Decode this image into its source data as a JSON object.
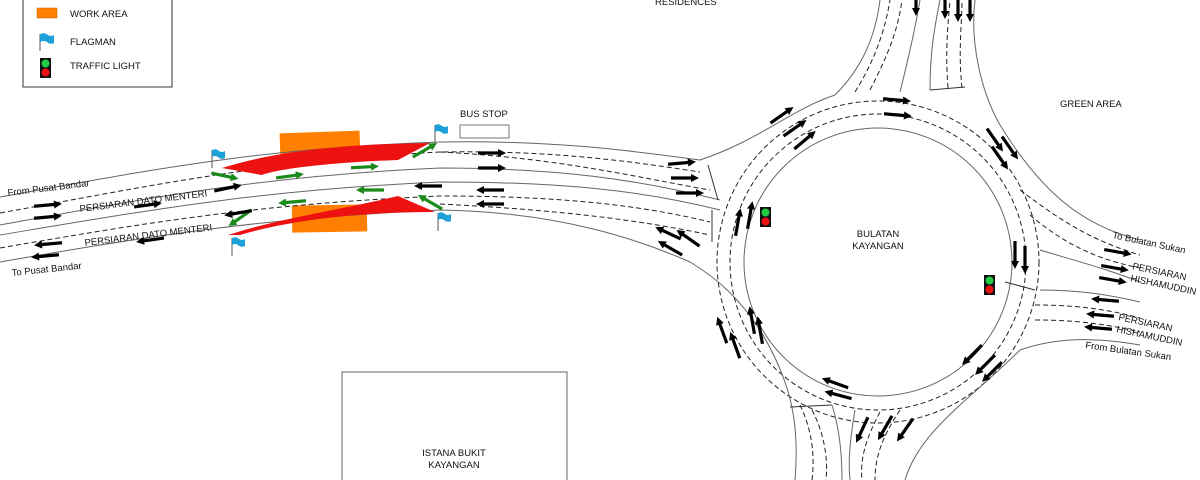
{
  "legend": {
    "items": [
      {
        "label": "WORK AREA",
        "icon": "work-area-swatch",
        "color": "#ff8000"
      },
      {
        "label": "FLAGMAN",
        "icon": "flag-icon",
        "color": "#1ea0d8"
      },
      {
        "label": "TRAFFIC LIGHT",
        "icon": "traffic-light-icon",
        "colors": [
          "#22cc44",
          "#ee1111"
        ]
      }
    ]
  },
  "labels": {
    "residences": "RESIDENCES",
    "green_area": "GREEN AREA",
    "bus_stop": "BUS STOP",
    "roundabout_line1": "BULATAN",
    "roundabout_line2": "KAYANGAN",
    "istana_line1": "ISTANA BUKIT",
    "istana_line2": "KAYANGAN",
    "from_pusat_bandar": "From Pusat Bandar",
    "to_pusat_bandar": "To Pusat Bandar",
    "road_dato_menteri_upper": "PERSIARAN DATO MENTERI",
    "road_dato_menteri_lower": "PERSIARAN DATO MENTERI",
    "to_bulatan_sukan": "To Bulatan Sukan",
    "from_bulatan_sukan": "From Bulatan Sukan",
    "hishamuddin_upper_1": "PERSIARAN",
    "hishamuddin_upper_2": "HISHAMUDDIN",
    "hishamuddin_lower_1": "PERSIARAN",
    "hishamuddin_lower_2": "HISHAMUDDIN"
  },
  "colors": {
    "work_area": "#ff8000",
    "closed_lane": "#ee1111",
    "diverted_traffic_arrow": "#1a8a1a",
    "traffic_arrow": "#000000",
    "flag": "#1ea0d8"
  }
}
